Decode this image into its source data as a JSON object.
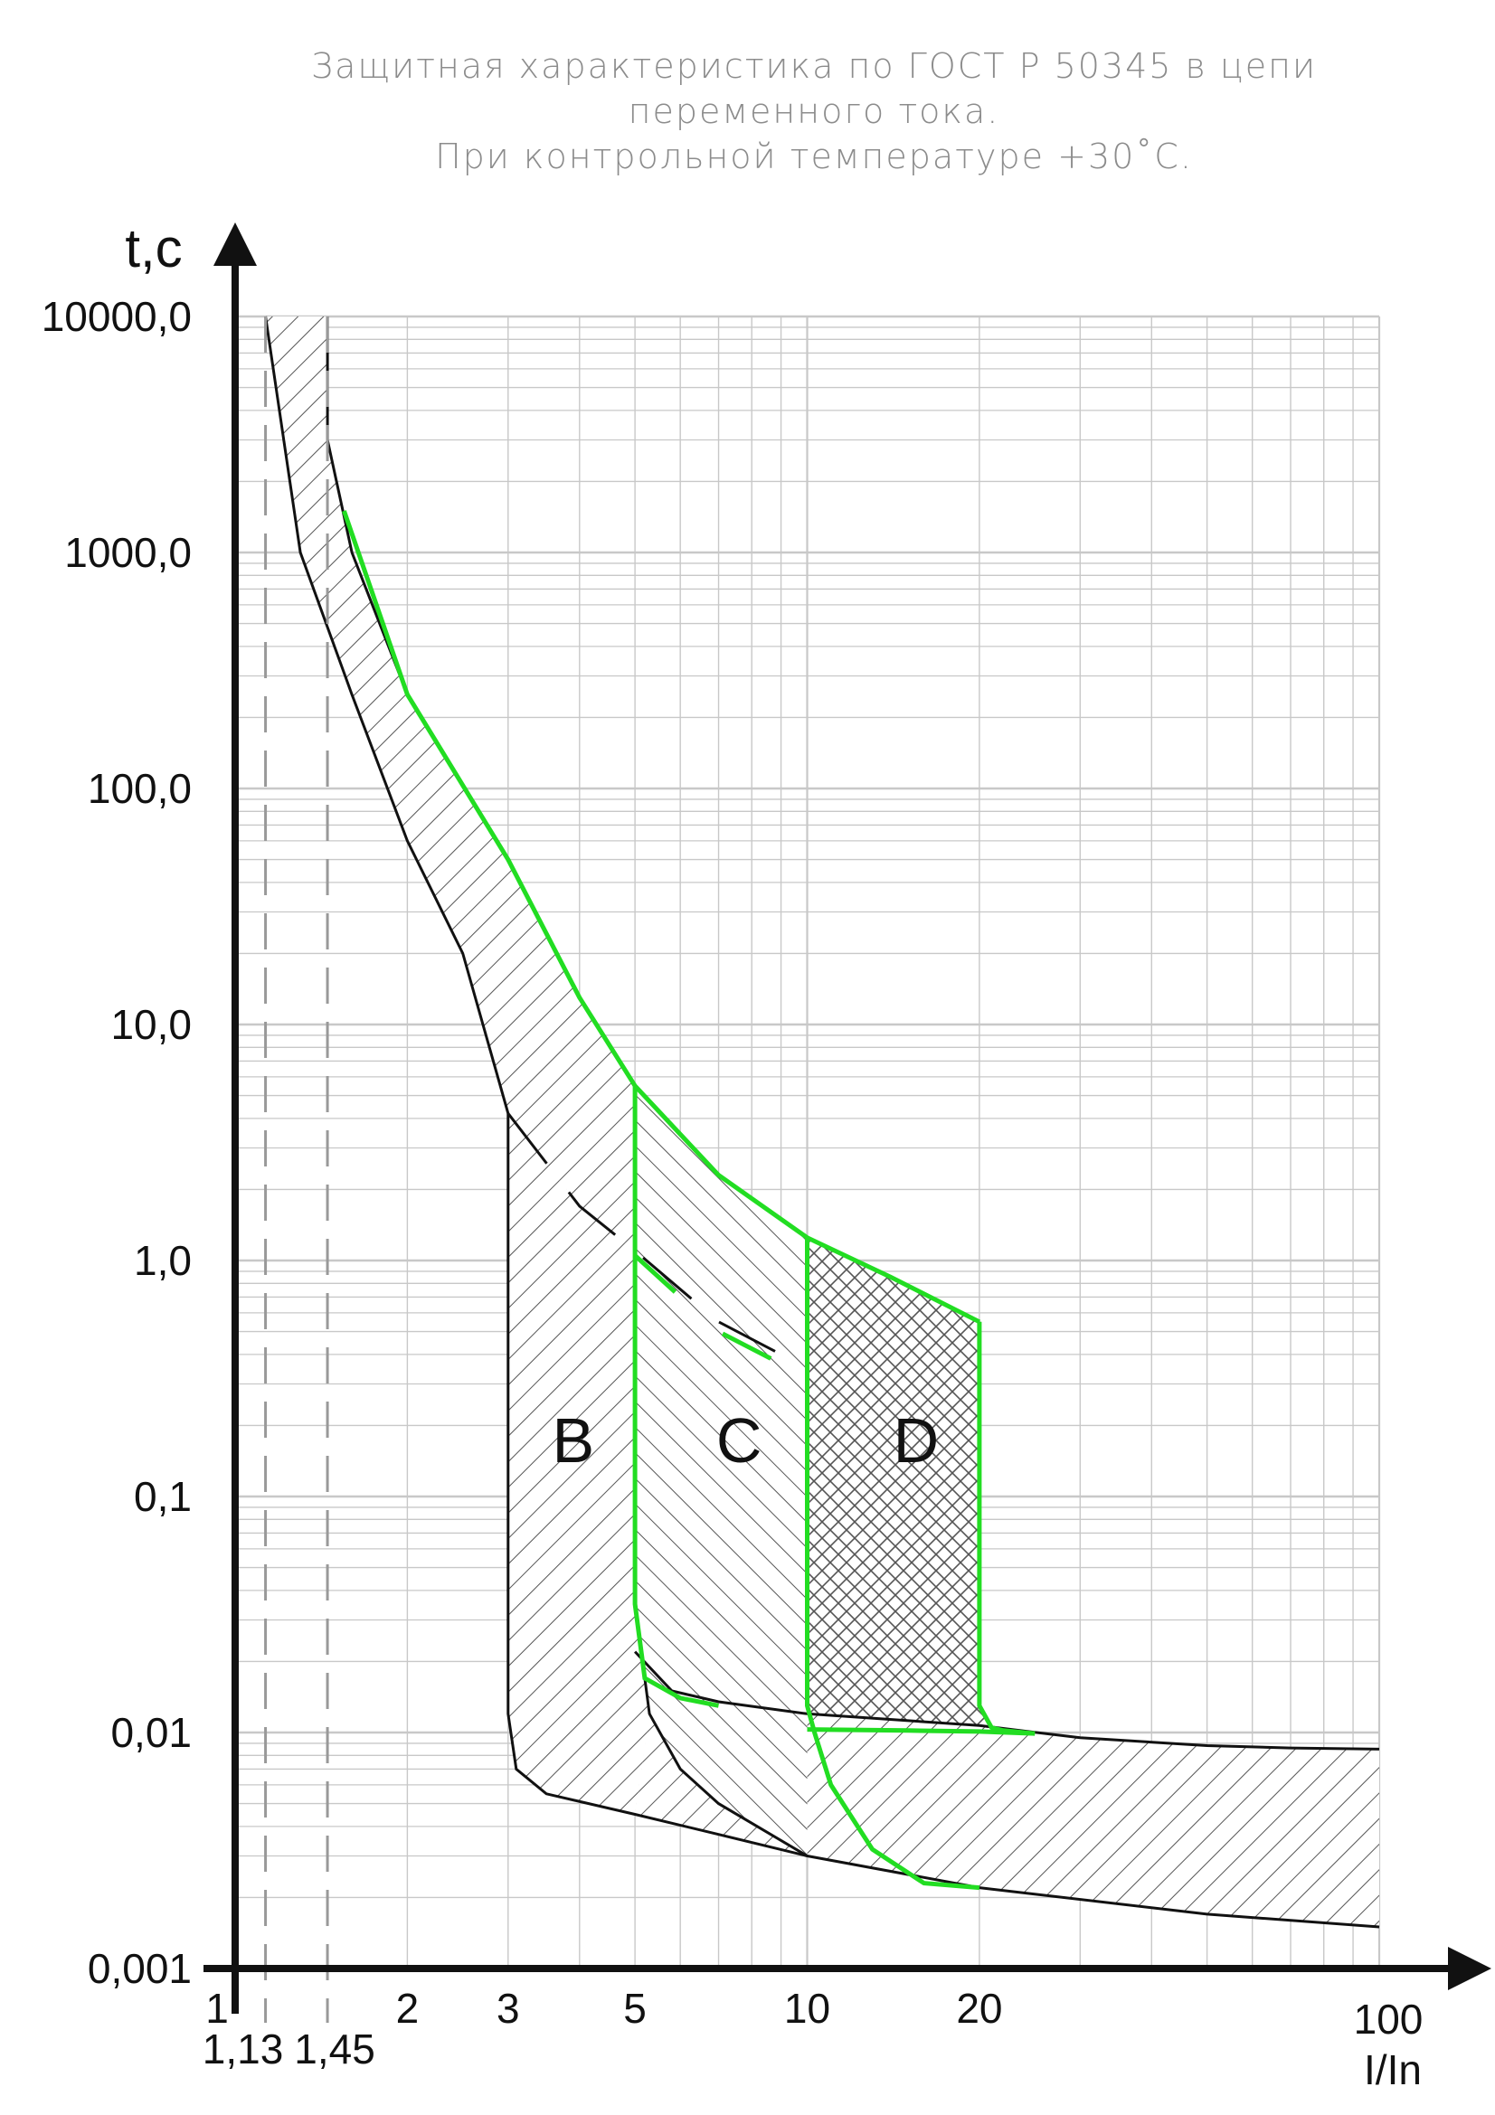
{
  "chart_data": {
    "type": "line",
    "title_lines": [
      "Защитная характеристика по ГОСТ Р 50345 в цепи",
      "переменного тока.",
      "При контрольной температуре +30˚С."
    ],
    "ylabel": "t,c",
    "xlabel": "I/In",
    "xscale": "log",
    "yscale": "log",
    "xlim": [
      1,
      100
    ],
    "ylim": [
      0.001,
      10000
    ],
    "x_tick_labels": [
      {
        "v": 1,
        "label": "1"
      },
      {
        "v": 2,
        "label": "2"
      },
      {
        "v": 3,
        "label": "3"
      },
      {
        "v": 5,
        "label": "5"
      },
      {
        "v": 10,
        "label": "10"
      },
      {
        "v": 20,
        "label": "20"
      },
      {
        "v": 100,
        "label": "100"
      }
    ],
    "x_sub_labels": [
      {
        "v": 1.13,
        "label": "1,13"
      },
      {
        "v": 1.45,
        "label": "1,45"
      }
    ],
    "y_tick_labels": [
      {
        "v": 10000,
        "label": "10000,0"
      },
      {
        "v": 1000,
        "label": "1000,0"
      },
      {
        "v": 100,
        "label": "100,0"
      },
      {
        "v": 10,
        "label": "10,0"
      },
      {
        "v": 1,
        "label": "1,0"
      },
      {
        "v": 0.1,
        "label": "0,1"
      },
      {
        "v": 0.01,
        "label": "0,01"
      },
      {
        "v": 0.001,
        "label": "0,001"
      }
    ],
    "zone_labels": [
      {
        "label": "B",
        "x": 3.9,
        "y": 0.14
      },
      {
        "label": "C",
        "x": 7.6,
        "y": 0.14
      },
      {
        "label": "D",
        "x": 15.5,
        "y": 0.14
      }
    ],
    "curves": {
      "thermal_lower": [
        [
          1.13,
          10000
        ],
        [
          1.3,
          1000
        ],
        [
          1.6,
          250
        ],
        [
          2,
          60
        ],
        [
          2.5,
          20
        ],
        [
          3,
          4.2
        ]
      ],
      "thermal_lower_dashed": [
        [
          3,
          4.2
        ],
        [
          4,
          1.7
        ],
        [
          5,
          1.1
        ],
        [
          7,
          0.55
        ],
        [
          10,
          0.35
        ]
      ],
      "thermal_upper": [
        [
          1.45,
          10000
        ],
        [
          1.45,
          3000
        ],
        [
          1.6,
          1000
        ],
        [
          2,
          250
        ],
        [
          3,
          50
        ],
        [
          4,
          13
        ],
        [
          5,
          5.5
        ],
        [
          7,
          2.3
        ],
        [
          10,
          1.25
        ],
        [
          14,
          0.85
        ],
        [
          20,
          0.55
        ]
      ],
      "magnetic_B": [
        [
          3,
          4.2
        ],
        [
          3,
          0.012
        ],
        [
          3.1,
          0.007
        ],
        [
          3.5,
          0.0055
        ],
        [
          5,
          0.0045
        ],
        [
          7,
          0.0037
        ],
        [
          10,
          0.003
        ],
        [
          20,
          0.0022
        ],
        [
          50,
          0.0017
        ],
        [
          100,
          0.0015
        ]
      ],
      "magnetic_C": [
        [
          5,
          0.035
        ],
        [
          5.3,
          0.012
        ],
        [
          6,
          0.007
        ],
        [
          7,
          0.005
        ],
        [
          10,
          0.003
        ]
      ],
      "magnetic_top": [
        [
          5,
          0.022
        ],
        [
          5.8,
          0.015
        ],
        [
          7,
          0.0135
        ],
        [
          10,
          0.012
        ],
        [
          20,
          0.0107
        ],
        [
          30,
          0.0095
        ],
        [
          50,
          0.0088
        ],
        [
          70,
          0.0086
        ],
        [
          100,
          0.0085
        ]
      ],
      "green_upper": [
        [
          1.55,
          1500
        ],
        [
          2,
          250
        ],
        [
          3,
          50
        ],
        [
          4,
          13
        ],
        [
          5,
          5.5
        ],
        [
          7,
          2.3
        ],
        [
          10,
          1.25
        ],
        [
          14,
          0.85
        ],
        [
          20,
          0.55
        ]
      ],
      "green_C": [
        [
          5,
          5.5
        ],
        [
          5,
          0.035
        ],
        [
          5.2,
          0.017
        ],
        [
          6,
          0.014
        ],
        [
          7,
          0.013
        ]
      ],
      "green_C_dashed": [
        [
          5,
          1.05
        ],
        [
          7,
          0.5
        ],
        [
          10,
          0.32
        ]
      ],
      "green_D": [
        [
          10,
          1.25
        ],
        [
          10,
          0.013
        ],
        [
          10.3,
          0.01
        ],
        [
          11,
          0.006
        ],
        [
          13,
          0.0032
        ],
        [
          16,
          0.0023
        ],
        [
          20,
          0.0022
        ]
      ],
      "green_D_right": [
        [
          20,
          0.55
        ],
        [
          20,
          0.013
        ],
        [
          21,
          0.0105
        ],
        [
          22,
          0.0102
        ],
        [
          25,
          0.0099
        ]
      ],
      "green_bottom": [
        [
          10,
          0.0103
        ],
        [
          15,
          0.0102
        ],
        [
          20,
          0.0101
        ],
        [
          25,
          0.0099
        ]
      ]
    },
    "colors": {
      "trip_curve": "#22dd22",
      "boundary": "#111111",
      "grid": "#c8c8c8"
    },
    "grid": true
  }
}
